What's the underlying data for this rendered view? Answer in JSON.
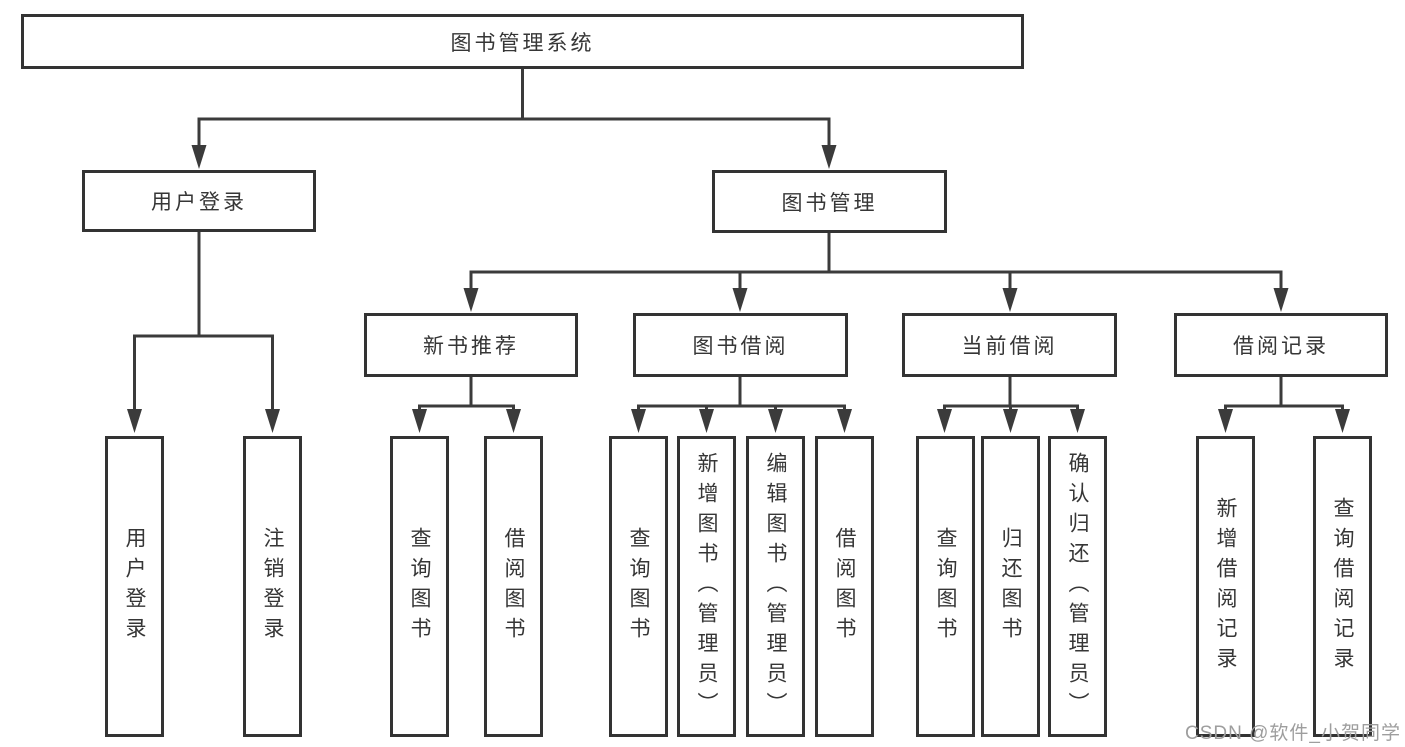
{
  "tree": {
    "root": {
      "label": "图书管理系统",
      "children": [
        {
          "label": "用户登录",
          "children": [
            {
              "label": "用户登录"
            },
            {
              "label": "注销登录"
            }
          ]
        },
        {
          "label": "图书管理",
          "children": [
            {
              "label": "新书推荐",
              "children": [
                {
                  "label": "查询图书"
                },
                {
                  "label": "借阅图书"
                }
              ]
            },
            {
              "label": "图书借阅",
              "children": [
                {
                  "label": "查询图书"
                },
                {
                  "label": "新增图书（管理员）"
                },
                {
                  "label": "编辑图书（管理员）"
                },
                {
                  "label": "借阅图书"
                }
              ]
            },
            {
              "label": "当前借阅",
              "children": [
                {
                  "label": "查询图书"
                },
                {
                  "label": "归还图书"
                },
                {
                  "label": "确认归还（管理员）"
                }
              ]
            },
            {
              "label": "借阅记录",
              "children": [
                {
                  "label": "新增借阅记录"
                },
                {
                  "label": "查询借阅记录"
                }
              ]
            }
          ]
        }
      ]
    }
  },
  "watermark": {
    "text": "CSDN @软件_小贺同学"
  },
  "colors": {
    "line": "#3b3b3b",
    "box_border": "#333333",
    "text": "#363636",
    "watermark": "#9e9e9e",
    "background": "#ffffff"
  }
}
